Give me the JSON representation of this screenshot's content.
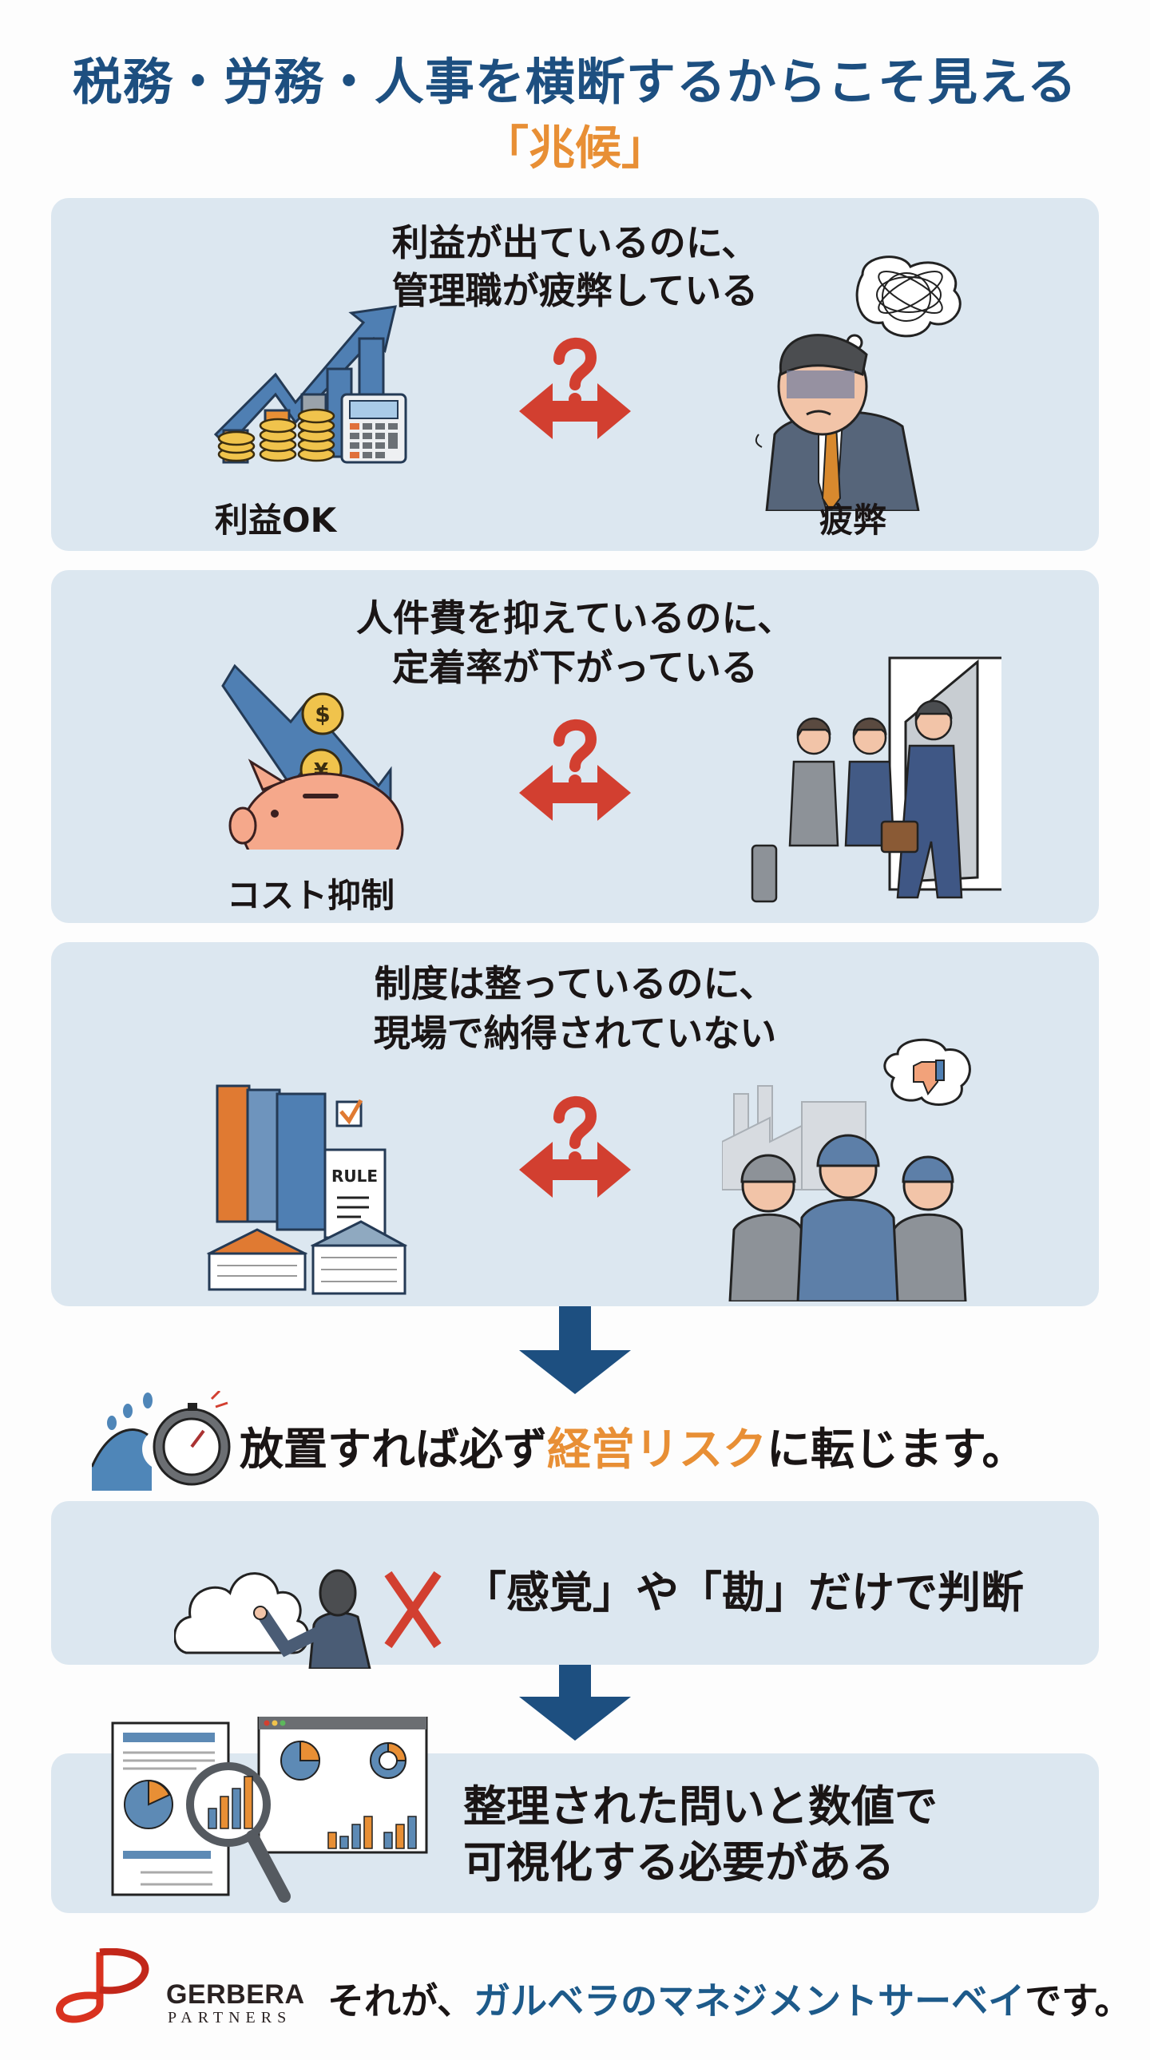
{
  "title": {
    "main": "税務・労務・人事を横断するからこそ見える",
    "sub": "「兆候」"
  },
  "colors": {
    "navy": "#1d4f80",
    "orange": "#e88f35",
    "card_bg": "#dce7f0",
    "red_arrow": "#d23f30",
    "brand_red": "#d9321f"
  },
  "cards": [
    {
      "heading_line1": "利益が出ているのに、",
      "heading_line2": "管理職が疲弊している",
      "left_label": "利益OK",
      "left_icon": "profit-chart-icon",
      "right_label": "疲弊",
      "right_icon": "exhausted-manager-icon",
      "middle_icon": "question-double-arrow-icon"
    },
    {
      "heading_line1": "人件費を抑えているのに、",
      "heading_line2": "定着率が下がっている",
      "left_label": "コスト抑制",
      "left_icon": "piggy-bank-icon",
      "right_label": "",
      "right_icon": "employees-leaving-icon",
      "middle_icon": "question-double-arrow-icon"
    },
    {
      "heading_line1": "制度は整っているのに、",
      "heading_line2": "現場で納得されていない",
      "left_label": "",
      "left_icon": "rulebooks-icon",
      "left_badge": "RULE",
      "right_label": "",
      "right_icon": "dissatisfied-workers-icon",
      "middle_icon": "question-double-arrow-icon"
    }
  ],
  "risk": {
    "prefix": "放置すれば必ず",
    "highlight": "経営リスク",
    "suffix": "に転じます。",
    "icon": "time-bomb-wave-icon"
  },
  "judgement": {
    "text": "「感覚」や「勘」だけで判断",
    "icon": "cloud-pointing-man-icon",
    "cross_icon": "cross-icon"
  },
  "visualize": {
    "line1": "整理された問いと数値で",
    "line2": "可視化する必要がある",
    "icon": "dashboard-magnifier-icon"
  },
  "footer": {
    "logo_word": "GERBERA",
    "logo_sub": "PARTNERS",
    "prefix": "それが、",
    "highlight": "ガルベラのマネジメントサーベイ",
    "suffix": "です。"
  }
}
